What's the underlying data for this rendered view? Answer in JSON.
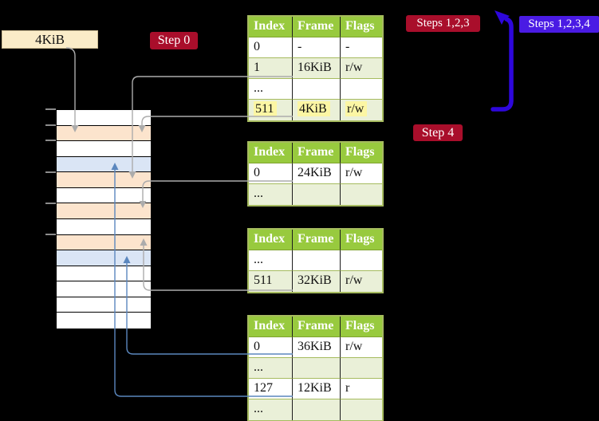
{
  "badges": {
    "frame_size": "4KiB",
    "step0": "Step 0",
    "steps123": "Steps 1,2,3",
    "steps1234": "Steps 1,2,3,4",
    "step4": "Step 4"
  },
  "colors": {
    "background": "#000000",
    "badge_red": "#A90E2B",
    "badge_blue": "#4A1BE4",
    "big_arrow_blue": "#2E07DC",
    "connector_gray": "#ACACAC",
    "connector_blue": "#5B87BE",
    "table_header_green": "#98CA3E",
    "table_row_shaded_green": "#EAF0D8",
    "table_border_olive": "#A6BB5F",
    "stack_row_peach": "#FCE4CD",
    "stack_row_blue": "#DAE5F5",
    "frame_box_cream": "#FAECC8",
    "highlight_yellow": "#FCF6A4",
    "tick_gray": "#8C8C8C"
  },
  "stack": {
    "rows": [
      {
        "color": "#FFFFFF"
      },
      {
        "color": "#FCE4CD"
      },
      {
        "color": "#FFFFFF"
      },
      {
        "color": "#DAE5F5"
      },
      {
        "color": "#FCE4CD"
      },
      {
        "color": "#FFFFFF"
      },
      {
        "color": "#FCE4CD"
      },
      {
        "color": "#FFFFFF"
      },
      {
        "color": "#FCE4CD"
      },
      {
        "color": "#DAE5F5"
      },
      {
        "color": "#FFFFFF"
      },
      {
        "color": "#FFFFFF"
      },
      {
        "color": "#FFFFFF"
      },
      {
        "color": "#FFFFFF"
      }
    ]
  },
  "tables": [
    {
      "headers": [
        "Index",
        "Frame",
        "Flags"
      ],
      "rows": [
        {
          "index": "0",
          "frame": "-",
          "flags": "-"
        },
        {
          "index": "1",
          "frame": "16KiB",
          "flags": "r/w"
        },
        {
          "index": "...",
          "frame": "",
          "flags": ""
        },
        {
          "index": "511",
          "frame": "4KiB",
          "flags": "r/w",
          "highlight": true
        }
      ]
    },
    {
      "headers": [
        "Index",
        "Frame",
        "Flags"
      ],
      "rows": [
        {
          "index": "0",
          "frame": "24KiB",
          "flags": "r/w"
        },
        {
          "index": "...",
          "frame": "",
          "flags": ""
        }
      ]
    },
    {
      "headers": [
        "Index",
        "Frame",
        "Flags"
      ],
      "rows": [
        {
          "index": "...",
          "frame": "",
          "flags": ""
        },
        {
          "index": "511",
          "frame": "32KiB",
          "flags": "r/w"
        }
      ]
    },
    {
      "headers": [
        "Index",
        "Frame",
        "Flags"
      ],
      "rows": [
        {
          "index": "0",
          "frame": "36KiB",
          "flags": "r/w"
        },
        {
          "index": "...",
          "frame": "",
          "flags": ""
        },
        {
          "index": "127",
          "frame": "12KiB",
          "flags": "r"
        },
        {
          "index": "...",
          "frame": "",
          "flags": ""
        }
      ]
    }
  ]
}
